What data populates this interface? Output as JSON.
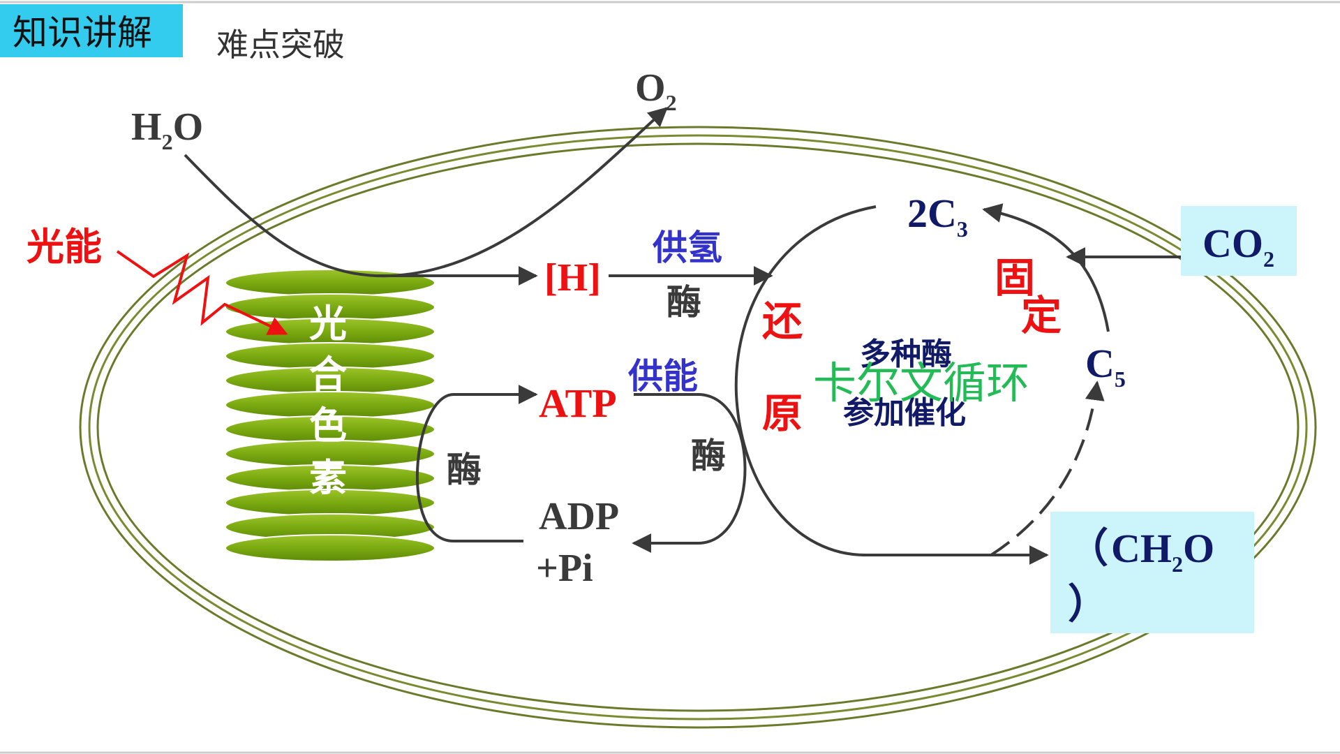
{
  "header": {
    "section_tag": "知识讲解",
    "subtitle": "难点突破"
  },
  "diagram": {
    "light_energy": "光能",
    "pigment_chars": [
      "光",
      "合",
      "色",
      "素"
    ],
    "water": {
      "base": "H",
      "sub": "2",
      "tail": "O"
    },
    "oxygen": {
      "base": "O",
      "sub": "2"
    },
    "hydrogen": "[H]",
    "supply_hydrogen": "供氢",
    "enzyme": "酶",
    "supply_energy": "供能",
    "atp": "ATP",
    "adp_line1": "ADP",
    "adp_line2": "+Pi",
    "reduction_chars": [
      "还",
      "原"
    ],
    "fixation_chars": [
      "固",
      "定"
    ],
    "c3": {
      "base": "2C",
      "sub": "3"
    },
    "c5": {
      "base": "C",
      "sub": "5"
    },
    "co2": {
      "base": "CO",
      "sub": "2"
    },
    "ch2o": {
      "open": "（",
      "base": "CH",
      "sub": "2",
      "tail": "O",
      "close": "）"
    },
    "multi_enzyme": "多种酶",
    "catalysis": "参加催化",
    "calvin_cycle": "卡尔文循环"
  },
  "colors": {
    "header_bg": "#33ccee",
    "label_bg": "#ccf5fb",
    "red": "#ee1111",
    "blue": "#3333cc",
    "navy": "#111a66",
    "green": "#22bb55",
    "gray": "#3a3a3a",
    "ellipse": "#6b7a2a",
    "disk": "#7aaa10"
  }
}
